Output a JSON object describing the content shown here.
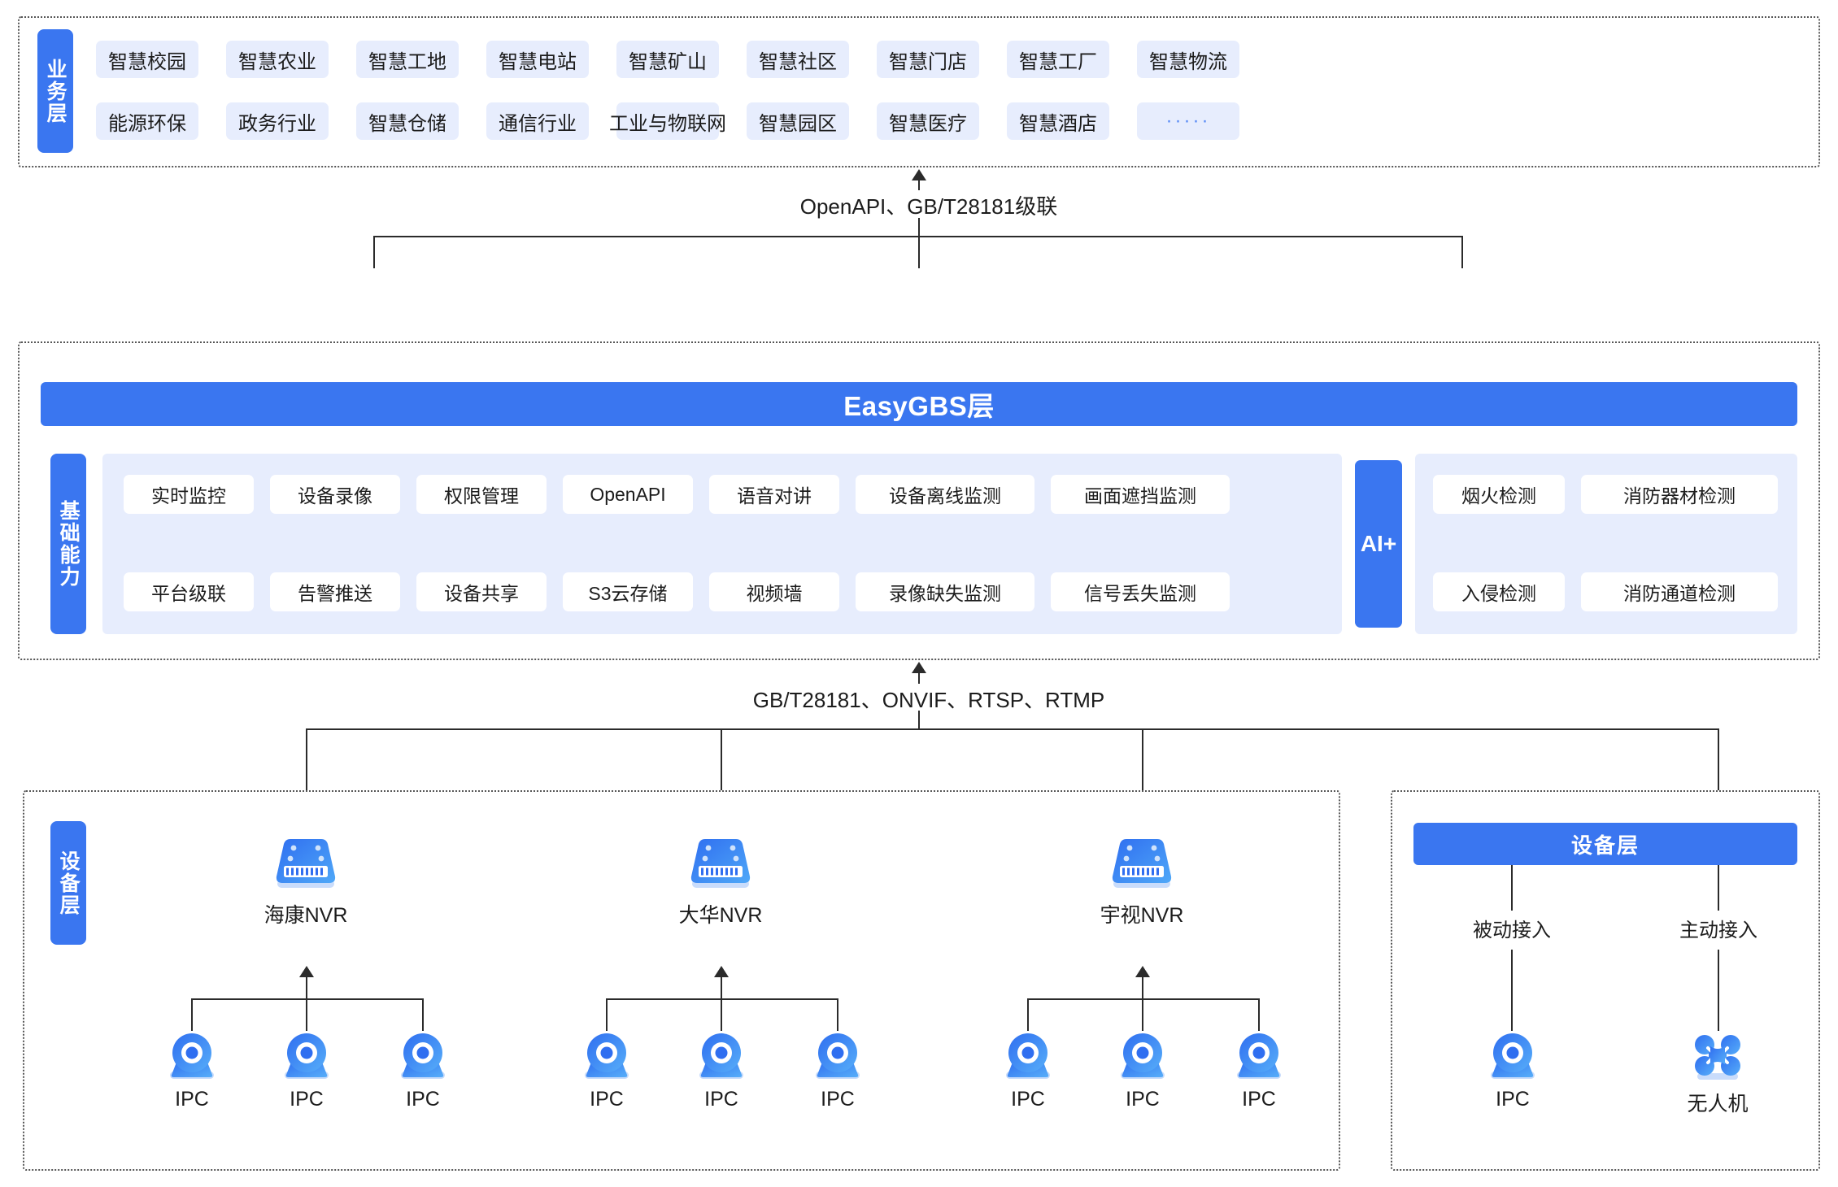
{
  "business_layer": {
    "tab_label": "业务层",
    "rows": [
      [
        "智慧校园",
        "智慧农业",
        "智慧工地",
        "智慧电站",
        "智慧矿山",
        "智慧社区",
        "智慧门店",
        "智慧工厂",
        "智慧物流"
      ],
      [
        "能源环保",
        "政务行业",
        "智慧仓储",
        "通信行业",
        "工业与物联网",
        "智慧园区",
        "智慧医疗",
        "智慧酒店",
        "·····"
      ]
    ]
  },
  "connectors": {
    "business_to_gbs": "OpenAPI、GB/T28181级联",
    "gbs_to_device": "GB/T28181、ONVIF、RTSP、RTMP"
  },
  "gbs_layer": {
    "title": "EasyGBS层",
    "tab_label": "基础能力",
    "capabilities": [
      [
        "实时监控",
        "设备录像",
        "权限管理",
        "OpenAPI",
        "语音对讲",
        "设备离线监测",
        "画面遮挡监测"
      ],
      [
        "平台级联",
        "告警推送",
        "设备共享",
        "S3云存储",
        "视频墙",
        "录像缺失监测",
        "信号丢失监测"
      ]
    ],
    "ai": {
      "tab_label": "AI+",
      "items": [
        [
          "烟火检测",
          "消防器材检测"
        ],
        [
          "入侵检测",
          "消防通道检测"
        ]
      ]
    }
  },
  "device_layer": {
    "tab_label": "设备层",
    "nvr_groups": [
      {
        "name": "海康NVR",
        "children": [
          "IPC",
          "IPC",
          "IPC"
        ]
      },
      {
        "name": "大华NVR",
        "children": [
          "IPC",
          "IPC",
          "IPC"
        ]
      },
      {
        "name": "宇视NVR",
        "children": [
          "IPC",
          "IPC",
          "IPC"
        ]
      }
    ],
    "right_panel": {
      "bar_label": "设备层",
      "branches": [
        {
          "mode": "被动接入",
          "device": "IPC",
          "icon": "camera-icon"
        },
        {
          "mode": "主动接入",
          "device": "无人机",
          "icon": "drone-icon"
        }
      ]
    }
  },
  "colors": {
    "brand_blue": "#3a76f0",
    "cell_blue": "#e7edfd",
    "line": "#2b2b2b"
  }
}
